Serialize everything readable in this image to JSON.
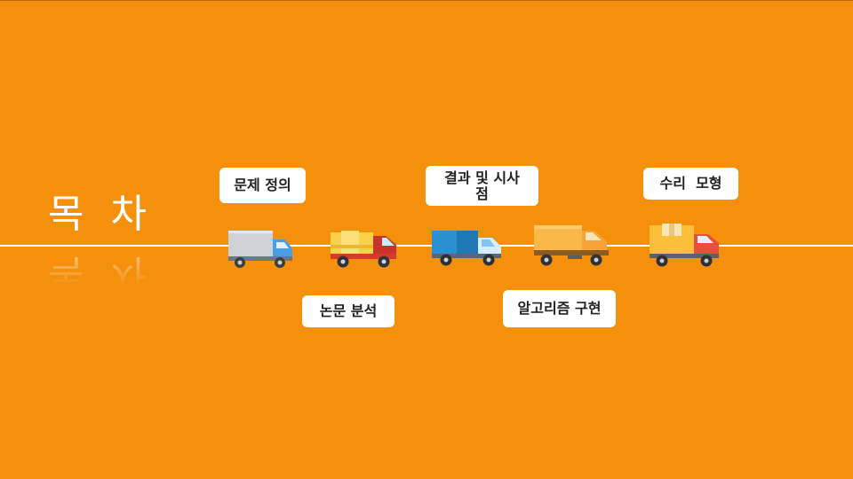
{
  "slide": {
    "title": "목 차",
    "background_color": "#f5900c"
  },
  "items": [
    {
      "label": "문제 정의",
      "icon": "gray-box-truck-icon"
    },
    {
      "label": "논문 분석",
      "icon": "red-yellow-truck-icon"
    },
    {
      "label": "결과 및 시사점",
      "icon": "blue-truck-icon"
    },
    {
      "label": "알고리즘 구현",
      "icon": "orange-flatbed-truck-icon"
    },
    {
      "label": "수리  모형",
      "icon": "yellow-delivery-truck-icon"
    }
  ]
}
